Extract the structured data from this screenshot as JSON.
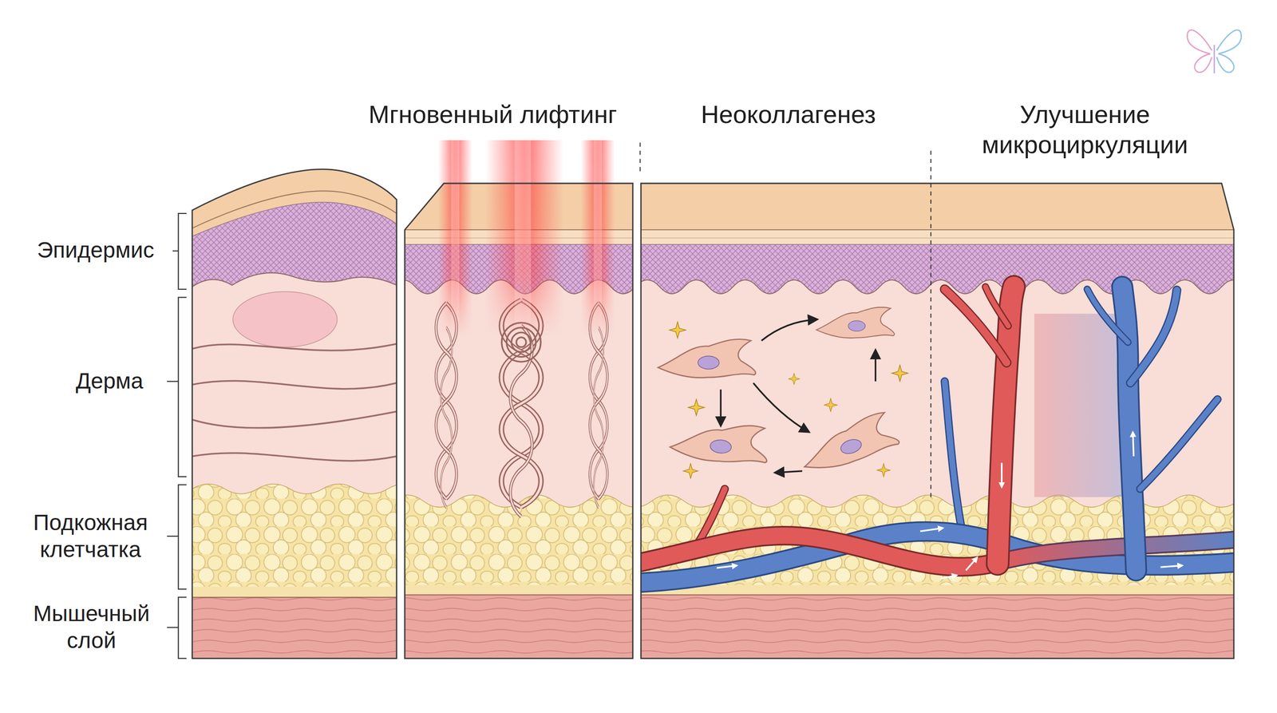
{
  "diagram": {
    "labels": [
      "Мгновенный лифтинг",
      "Неоколлагенез",
      "Улучшение микроциркуляции",
      "Эпидермис",
      "Дерма",
      "Подкожная клетчатка",
      "Мышечный слой"
    ]
  }
}
